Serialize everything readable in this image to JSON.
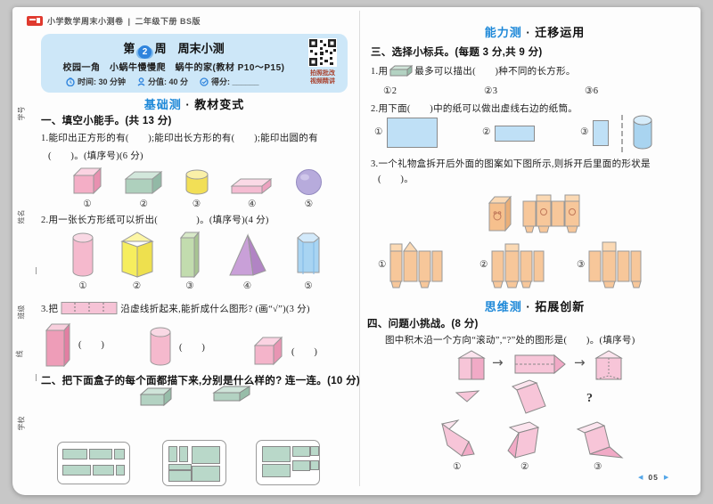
{
  "brand": {
    "title": "小学数学周末小测卷",
    "sep": "|",
    "edition": "二年级下册 BS版"
  },
  "margin": {
    "l1": "学号",
    "l2": "姓名",
    "l3": "班级",
    "l4": "线",
    "l5": "学校"
  },
  "box": {
    "pre": "第",
    "week": "2",
    "post": "周　周末小测",
    "subtitle": "校园一角　小蜗牛慢慢爬　蜗牛的家(教材 P10～P15)",
    "time": "时间: 30 分钟",
    "score": "分值: 40 分",
    "result": "得分: ______",
    "qr1": "拍照批改",
    "qr2": "视频精讲"
  },
  "sec": {
    "basic": "基础测",
    "basicRest": " · 教材变式",
    "ability": "能力测",
    "abilityRest": " · 迁移运用",
    "think": "思维测",
    "thinkRest": " · 拓展创新"
  },
  "L": {
    "h1": "一、填空小能手。(共 13 分)",
    "q1a": "1.能印出正方形的有(　　);能印出长方形的有(　　);能印出圆的有",
    "q1b": "(　　)。(填序号)(6 分)",
    "n": [
      "①",
      "②",
      "③",
      "④",
      "⑤"
    ],
    "q2": "2.用一张长方形纸可以折出(　　　　)。(填序号)(4 分)",
    "q3a": "3.把",
    "q3b": "沿虚线折起来,能折成什么图形? (画“√”)(3 分)",
    "blank": "(　　)",
    "h2": "二、把下面盒子的每个面都描下来,分别是什么样的? 连一连。(10 分)"
  },
  "R": {
    "h3": "三、选择小标兵。(每题 3 分,共 9 分)",
    "q1a": "1.用",
    "q1b": "最多可以描出(　　)种不同的长方形。",
    "opt1": "①2",
    "opt2": "②3",
    "opt3": "③6",
    "q2": "2.用下面(　　)中的纸可以做出虚线右边的纸筒。",
    "n": [
      "①",
      "②",
      "③"
    ],
    "q3a": "3.一个礼物盒拆开后外面的图案如下图所示,则拆开后里面的形状是",
    "q3b": "(　　)。",
    "h4": "四、问题小挑战。(8 分)",
    "q4": "图中积木沿一个方向“滚动”,“?”处的图形是(　　)。(填序号)",
    "qm": "?",
    "arrow": "→"
  },
  "footer": {
    "prev": "◀",
    "page": "05",
    "next": "▶"
  }
}
